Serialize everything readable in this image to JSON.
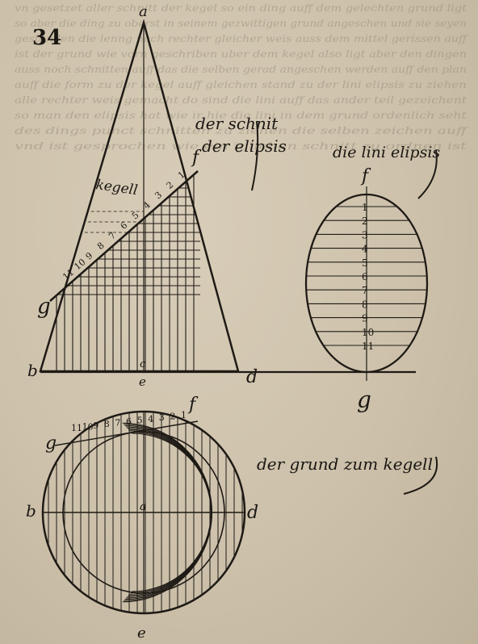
{
  "page": {
    "number": "34",
    "bleed_through_lines": [
      "vn gesetzet aller schnitt der kegel so ein ding auff dem gelechten grund ligt",
      "so aber die ding zu oberst in seinem gezwittigen grund angeschen und sie seyen",
      "gestanden die lenng nach rechter gleicher weis auss dem mittel gerissen auff",
      "ist der grund wie vorn geschriben uber dem kegel also ligt aber den dingen",
      "auss noch schnitten auff das die selben gerad angeschen werden auff den plan",
      "auff die form zu der kegel auff gleichen stand zu der lini elipsis zu ziehen",
      "alle rechter weis gemacht do sind die lini auff das ander teil gezeichent",
      "so man den elipsis hat wie ir hie die lini in dem grund ordenlich seht",
      "des dings punct schnitten zu ziehen die selben zeichen auff",
      "vnd ist gesprochen wie ein iglichen schnitt zu ordnen ist"
    ]
  },
  "cone": {
    "labels": {
      "apex": "a",
      "base_left": "b",
      "base_right": "d",
      "base_center": "e",
      "section_top": "f",
      "section_bottom": "g",
      "axis_marker": "c",
      "name": "kegell"
    },
    "section_numbers": [
      "1",
      "2",
      "3",
      "4",
      "5",
      "6",
      "7",
      "8",
      "9",
      "10",
      "11"
    ],
    "caption": "der schnit der elipsis"
  },
  "ellipse": {
    "caption": "die lini elipsis",
    "label_top": "f",
    "label_bottom": "g",
    "numbers": [
      "1",
      "2",
      "3",
      "4",
      "5",
      "6",
      "7",
      "8",
      "9",
      "10",
      "11"
    ]
  },
  "ground": {
    "caption": "der grund zum kegell",
    "label_left": "b",
    "label_right": "d",
    "label_bottom": "e",
    "label_center": "a",
    "label_g": "g",
    "label_f": "f",
    "numbers": [
      "11",
      "10",
      "9",
      "8",
      "7",
      "6",
      "5",
      "4",
      "3",
      "2",
      "1"
    ]
  }
}
